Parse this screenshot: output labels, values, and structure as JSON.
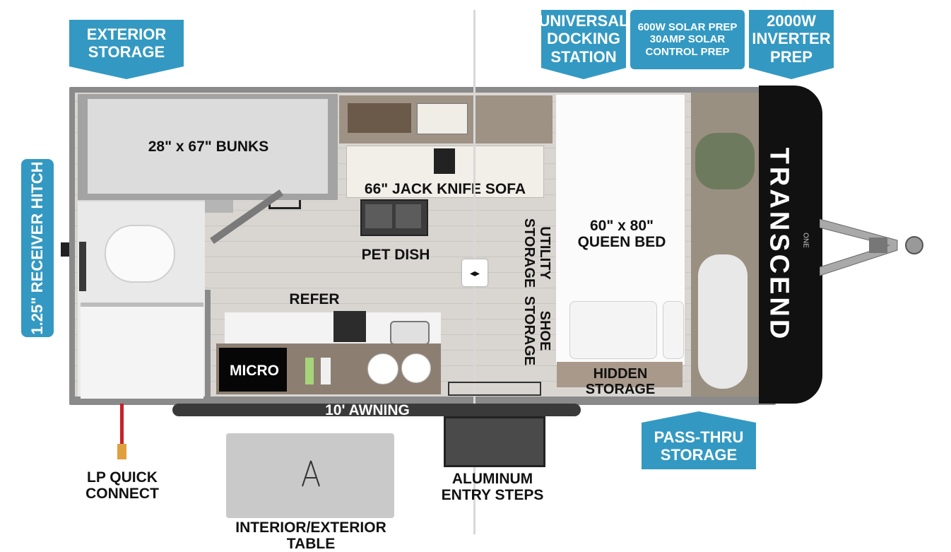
{
  "callouts": {
    "exterior_storage": "EXTERIOR\nSTORAGE",
    "universal_docking": "UNIVERSAL\nDOCKING\nSTATION",
    "solar_prep": "600W SOLAR PREP\n30AMP SOLAR\nCONTROL PREP",
    "inverter_prep": "2000W\nINVERTER\nPREP",
    "receiver_hitch": "1.25\" RECEIVER HITCH",
    "pass_thru": "PASS-THRU\nSTORAGE"
  },
  "rooms": {
    "bunks": "28\" x 67\" BUNKS",
    "sofa": "66\" JACK KNIFE SOFA",
    "pet_dish": "PET DISH",
    "utility_storage": "UTILITY\nSTORAGE",
    "shoe_storage": "SHOE\nSTORAGE",
    "queen_bed": "60\" x 80\"\nQUEEN BED",
    "refer": "REFER",
    "micro": "MICRO",
    "hidden_storage": "HIDDEN STORAGE",
    "awning": "10' AWNING"
  },
  "below": {
    "lp_quick_connect": "LP QUICK\nCONNECT",
    "entry_steps": "ALUMINUM\nENTRY STEPS",
    "table": "INTERIOR/EXTERIOR TABLE"
  },
  "brand": "TRANSCEND",
  "brand_sub": "ONE",
  "toggle_symbol": "◂▸",
  "colors": {
    "callout": "#3399c2",
    "front_cap": "#111111"
  }
}
